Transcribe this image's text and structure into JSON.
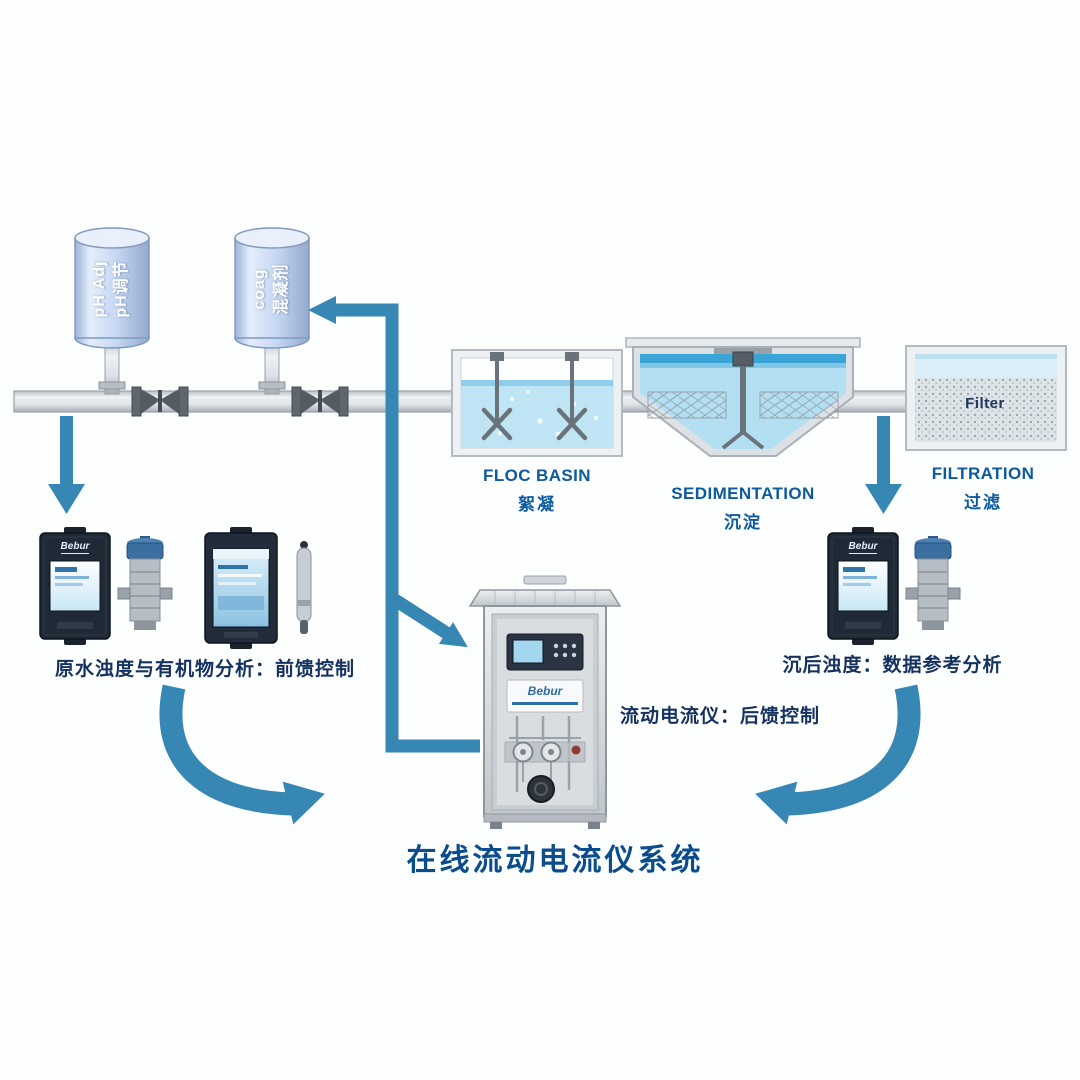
{
  "title": "在线流动电流仪系统",
  "dosing_tanks": {
    "ph": {
      "label_en": "pH Adj",
      "label_zh": "pH调节"
    },
    "coag": {
      "label_en": "coag",
      "label_zh": "混凝剂"
    }
  },
  "stages": {
    "floc": {
      "label_en": "FLOC BASIN",
      "label_zh": "絮凝"
    },
    "sedimentation": {
      "label_en": "SEDIMENTATION",
      "label_zh": "沉淀"
    },
    "filtration": {
      "label_en": "FILTRATION",
      "label_zh": "过滤",
      "media_label": "Filter"
    }
  },
  "captions": {
    "left": "原水浊度与有机物分析：前馈控制",
    "cabinet": "流动电流仪：后馈控制",
    "right": "沉后浊度：数据参考分析"
  },
  "devices": {
    "brand": "Bebur"
  },
  "colors": {
    "arrow_blue": "#3787b5",
    "stage_label_blue": "#0c5aa0",
    "caption_navy": "#14315f",
    "title_blue": "#0b4c8c"
  }
}
